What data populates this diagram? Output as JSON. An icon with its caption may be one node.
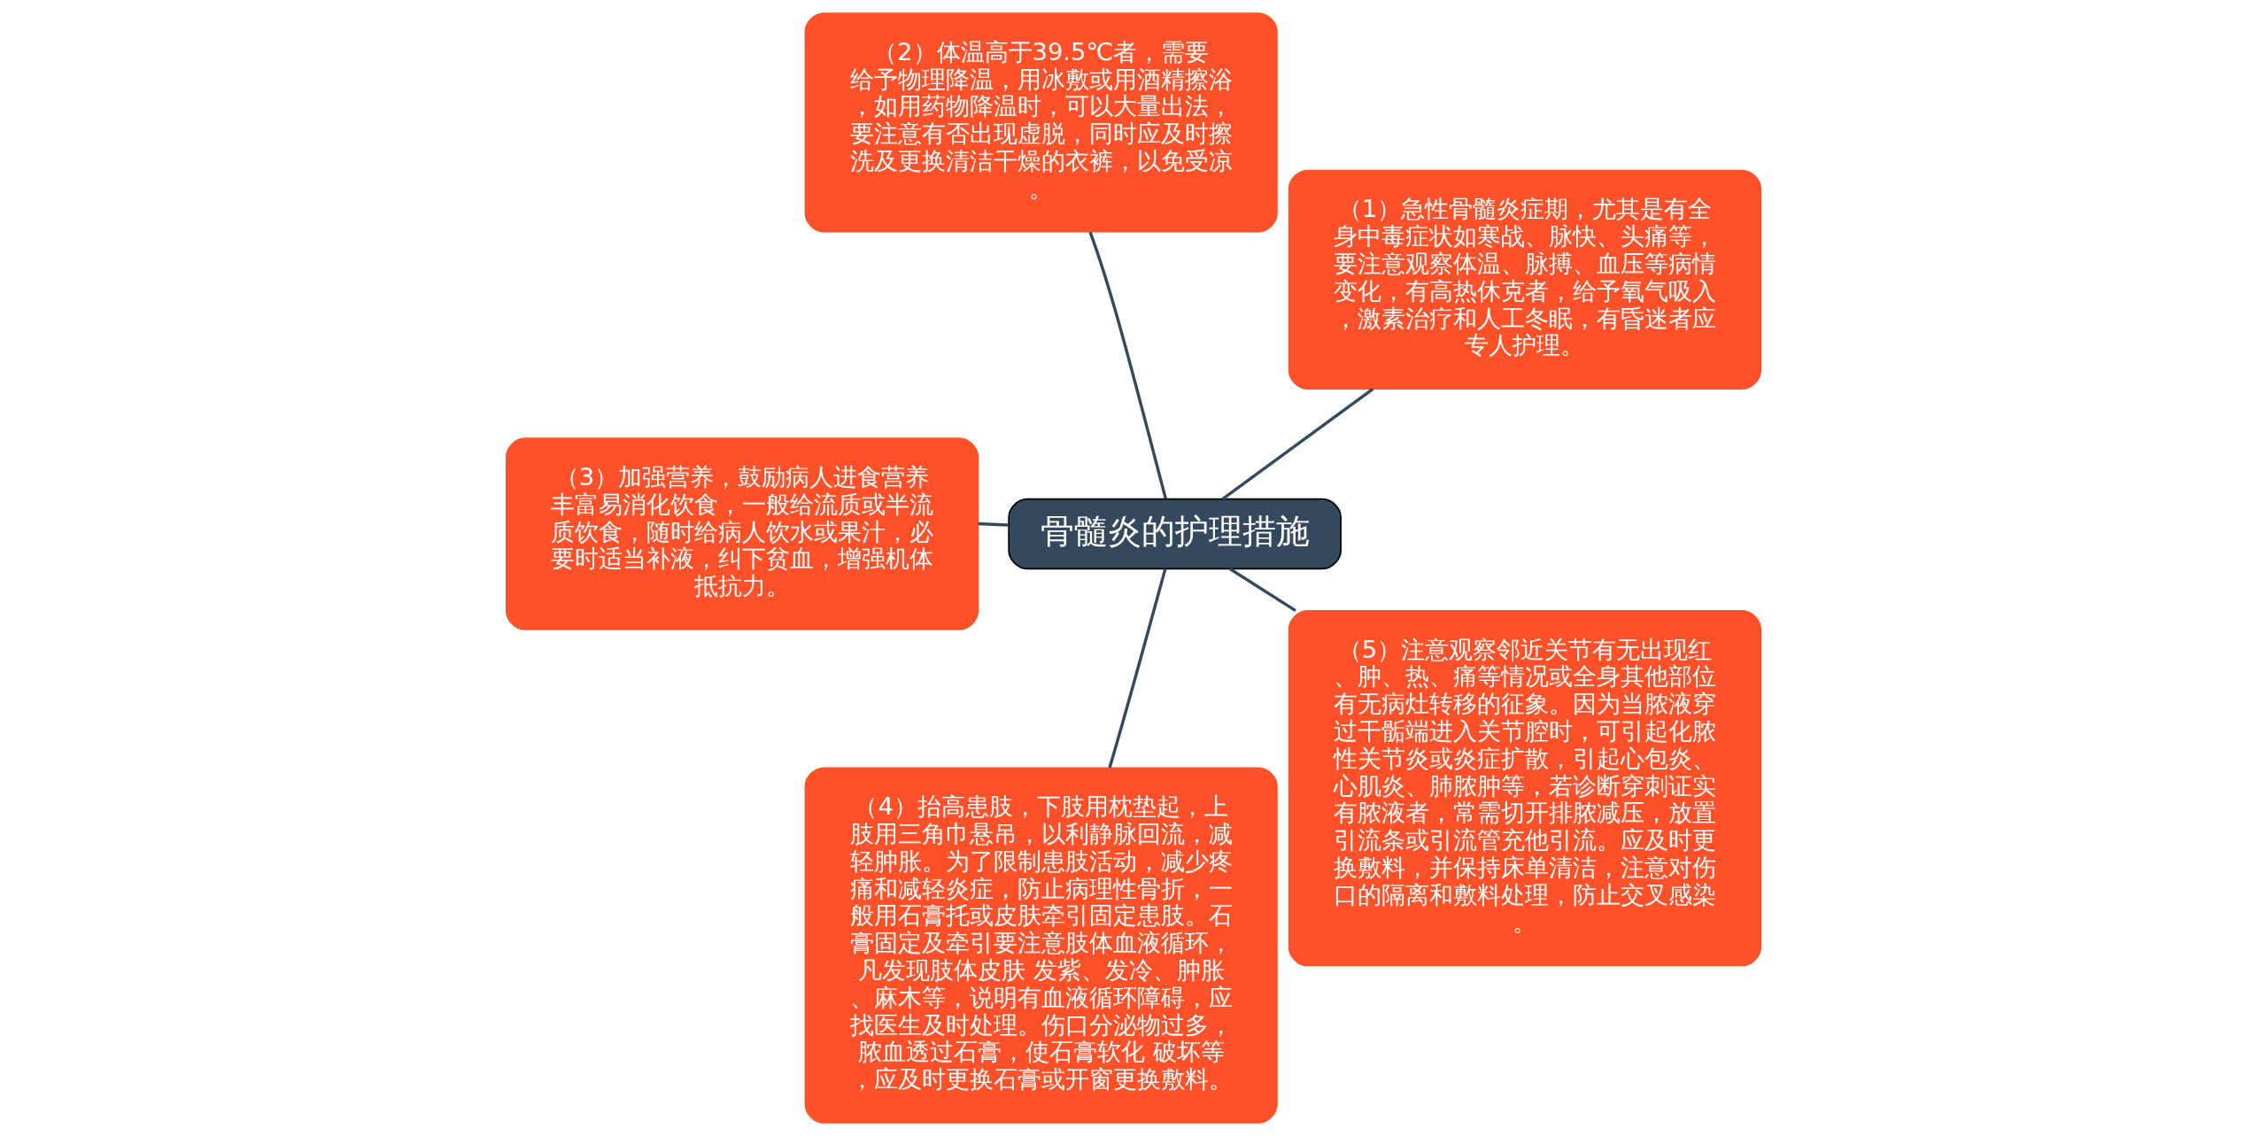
{
  "diagram": {
    "nodes": [
      {
        "text": [
          "骨髓炎的护理措施"
        ]
      },
      {
        "text": [
          "（1）急性骨髓炎症期，尤其是有全身中毒症状如寒战、脉快、头痛等，要注意观察体温、脉搏、血压等病情变化，有高热休克者，给予氧气吸入，激素治疗和人工冬眠，有昏迷者应专人护理。"
        ]
      },
      {
        "text": [
          "（2）体温高于39.5℃者，需要给予物理降温，用冰敷或用酒精擦浴，如用药物降温时，可以大量出法，要注意有否出现虚脱，同时应及时擦洗及更换清洁干燥的衣裤，以免受凉。"
        ]
      },
      {
        "text": [
          "（3）加强营养，鼓励病人进食营养丰富易消化饮食，一般给流质或半流质饮食，随时给病人饮水或果汁，必要时适当补液，纠下贫血，增强机体抵抗力。"
        ]
      },
      {
        "text": [
          "（4）抬高患肢，下肢用枕垫起，上肢用三角巾悬吊，以利静脉回流，减轻肿胀。为了限制患肢活动，减少疼痛和减轻炎症，防止病理性骨折，一般用石膏托或皮肤牵引固定患肢。石膏固定及牵引要注意肢体血液循环，凡发现肢体皮肤 发紫、发冷、肿胀、麻木等，说明有血液循环障碍，应找医生及时处理。伤口分泌物过多，脓血透过石膏，使石膏软化 破坏等，应及时更换石膏或开窗更换敷料。"
        ]
      },
      {
        "text": [
          "（5）注意观察邻近关节有无出现红、肿、热、痛等情况或全身其他部位有无病灶转移的征象。因为当脓液穿过干骺端进入关节腔时，可引起化脓性关节炎或炎症扩散，引起心包炎、心肌炎、肺脓肿等，若诊断穿刺证实有脓液者，常需切开排脓减压，放置引流条或引流管充他引流。应及时更换敷料，并保持床单清洁，注意对伤口的隔离和敷料处理，防止交叉感染。"
        ]
      }
    ],
    "edges": [
      {
        "from": 0,
        "to": 1,
        "arrow": "none"
      },
      {
        "from": 0,
        "to": 2,
        "arrow": "none"
      },
      {
        "from": 0,
        "to": 3,
        "arrow": "none"
      },
      {
        "from": 0,
        "to": 4,
        "arrow": "none"
      },
      {
        "from": 0,
        "to": 5,
        "arrow": "none"
      }
    ]
  }
}
